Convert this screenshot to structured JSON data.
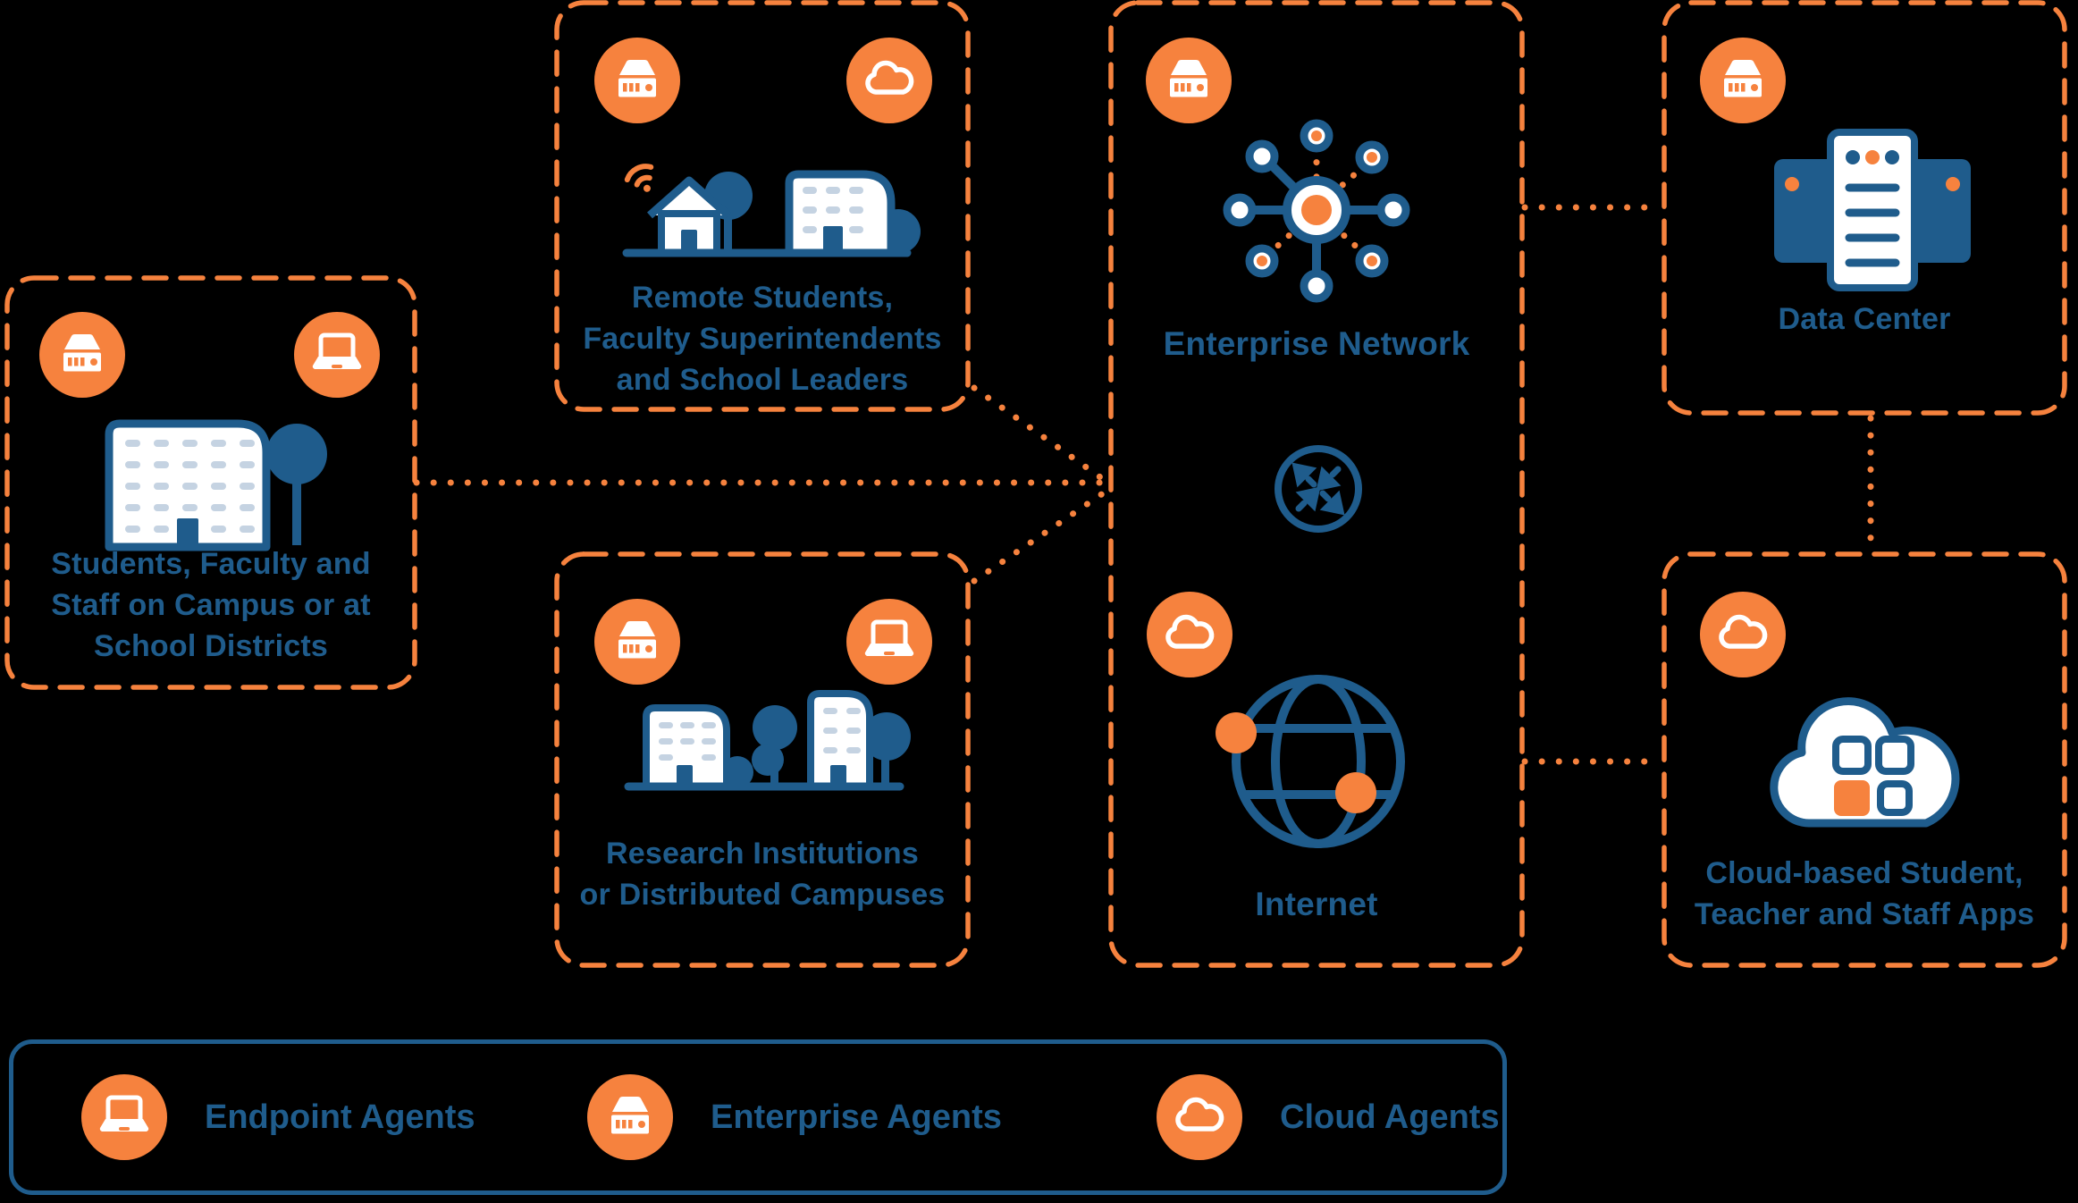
{
  "colors": {
    "orange": "#F6823E",
    "blue": "#1F5C8C",
    "window_light_blue": "#C5D3E2",
    "white": "#FFFFFF",
    "background": "#000000"
  },
  "boxes": {
    "campus": {
      "lines": [
        "Students, Faculty and",
        "Staff on Campus or at",
        "School Districts"
      ],
      "agent_icons": [
        "enterprise-device-icon",
        "laptop-icon"
      ]
    },
    "remote": {
      "lines": [
        "Remote Students,",
        "Faculty Superintendents",
        "and School Leaders"
      ],
      "agent_icons": [
        "enterprise-device-icon",
        "cloud-icon"
      ]
    },
    "research": {
      "lines": [
        "Research Institutions",
        "or Distributed Campuses"
      ],
      "agent_icons": [
        "enterprise-device-icon",
        "laptop-icon"
      ]
    },
    "network": {
      "enterprise_label": "Enterprise Network",
      "internet_label": "Internet",
      "agent_icons": [
        "enterprise-device-icon",
        "cloud-icon"
      ]
    },
    "datacenter": {
      "label": "Data Center",
      "agent_icons": [
        "enterprise-device-icon"
      ]
    },
    "cloudapps": {
      "lines": [
        "Cloud-based Student,",
        "Teacher and Staff Apps"
      ],
      "agent_icons": [
        "cloud-icon"
      ]
    }
  },
  "legend": {
    "items": [
      {
        "icon": "laptop-icon",
        "label": "Endpoint Agents"
      },
      {
        "icon": "enterprise-device-icon",
        "label": "Enterprise Agents"
      },
      {
        "icon": "cloud-icon",
        "label": "Cloud Agents"
      }
    ]
  }
}
